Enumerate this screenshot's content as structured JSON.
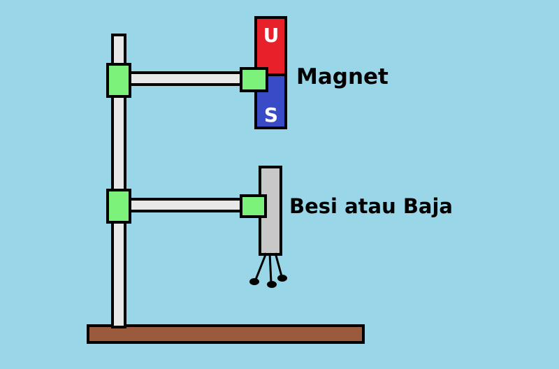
{
  "magnet": {
    "north_label": "U",
    "south_label": "S",
    "name_label": "Magnet"
  },
  "iron": {
    "name_label": "Besi atau Baja"
  },
  "colors": {
    "background": "#98d6e8",
    "rod": "#e8e8e8",
    "clamp": "#7df27a",
    "magnet_north": "#e8202a",
    "magnet_south": "#3a4bc8",
    "iron_bar": "#c8c8c8",
    "base": "#9b5a3c",
    "outline": "#000000"
  }
}
